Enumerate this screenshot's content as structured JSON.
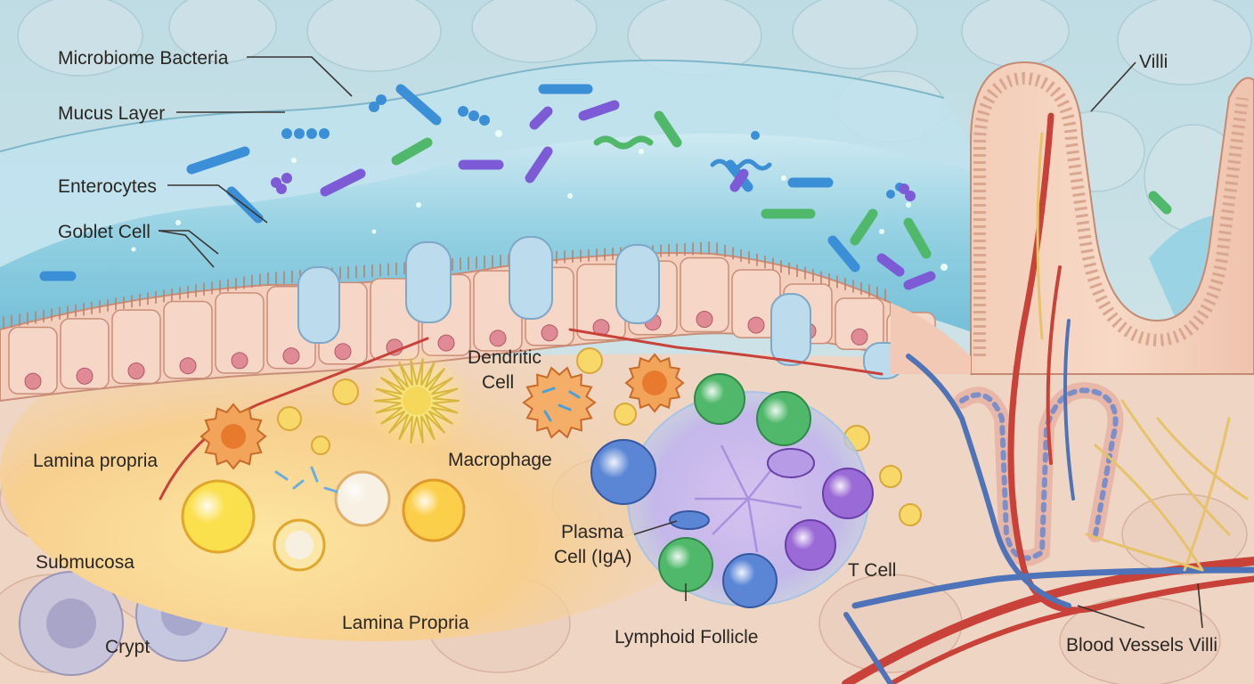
{
  "labels": {
    "microbiome_bacteria": "Microbiome Bacteria",
    "mucus_layer": "Mucus Layer",
    "enterocytes": "Enterocytes",
    "goblet_cell": "Goblet Cell",
    "villi": "Villi",
    "dendritic_cell_line1": "Dendritic",
    "dendritic_cell_line2": "Cell",
    "lamina_propria_upper": "Lamina propria",
    "macrophage": "Macrophage",
    "plasma_cell_line1": "Plasma",
    "plasma_cell_line2": "Cell (IgA)",
    "submucosa": "Submucosa",
    "t_cell": "T Cell",
    "crypt": "Crypt",
    "lamina_propria_lower": "Lamina Propria",
    "lymphoid_follicle": "Lymphoid Follicle",
    "blood_vessels_villi": "Blood Vessels Villi"
  },
  "colors": {
    "mucus": "#9fd4e6",
    "epithelium": "#f1c7b5",
    "nucleus": "#e08a96",
    "goblet": "#bcdcee",
    "lamina": "#f6c98a",
    "follicle": "#c8b4e4",
    "artery": "#c8423a",
    "vein": "#4f73b8",
    "nerve": "#e6c26a",
    "label_text": "#2a2622"
  }
}
